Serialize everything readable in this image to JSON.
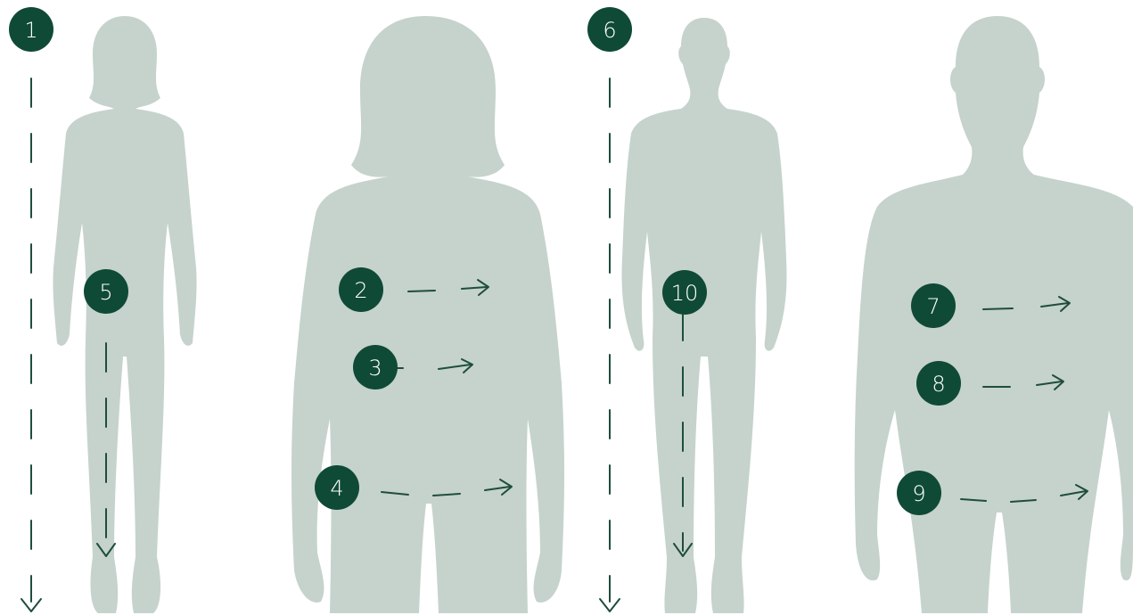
{
  "markers": {
    "m1": "1",
    "m2": "2",
    "m3": "3",
    "m4": "4",
    "m5": "5",
    "m6": "6",
    "m7": "7",
    "m8": "8",
    "m9": "9",
    "m10": "10"
  },
  "colors": {
    "silhouette": "#c5d3cc",
    "accent": "#0f4a36",
    "line": "#1f4d3c"
  }
}
